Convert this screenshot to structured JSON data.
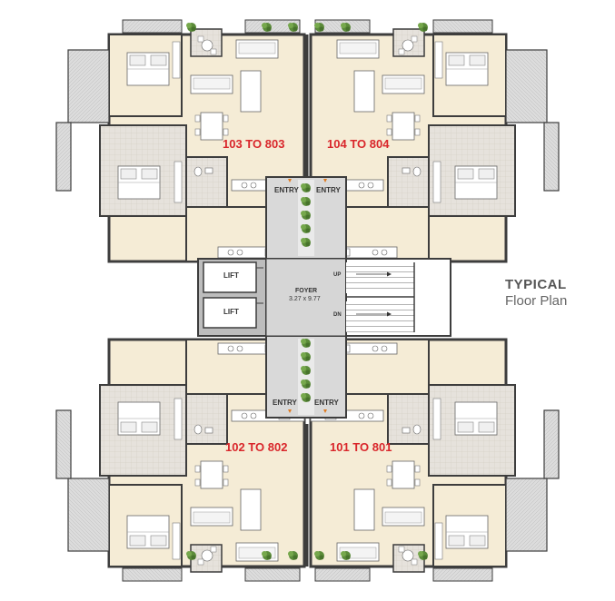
{
  "title": {
    "main": "TYPICAL",
    "sub": "Floor Plan"
  },
  "units": {
    "top_left": "103 TO 803",
    "top_right": "104 TO 804",
    "bottom_left": "102 TO 802",
    "bottom_right": "101 TO 801"
  },
  "entries": {
    "top_left": "ENTRY",
    "top_right": "ENTRY",
    "bottom_left": "ENTRY",
    "bottom_right": "ENTRY"
  },
  "core": {
    "lift_1": "LIFT",
    "lift_2": "LIFT",
    "foyer_name": "FOYER",
    "foyer_size": "3.27 x 9.77",
    "stair_up": "UP",
    "stair_down": "DN"
  },
  "colors": {
    "room_floor": "#f5ecd6",
    "tile_floor": "#e9e4dc",
    "wall": "#3d3d3d",
    "corridor": "#d6d6d6",
    "unit_label": "#d9262b",
    "planter": "#5c8c3a",
    "balcony": "#c9c9c9"
  }
}
